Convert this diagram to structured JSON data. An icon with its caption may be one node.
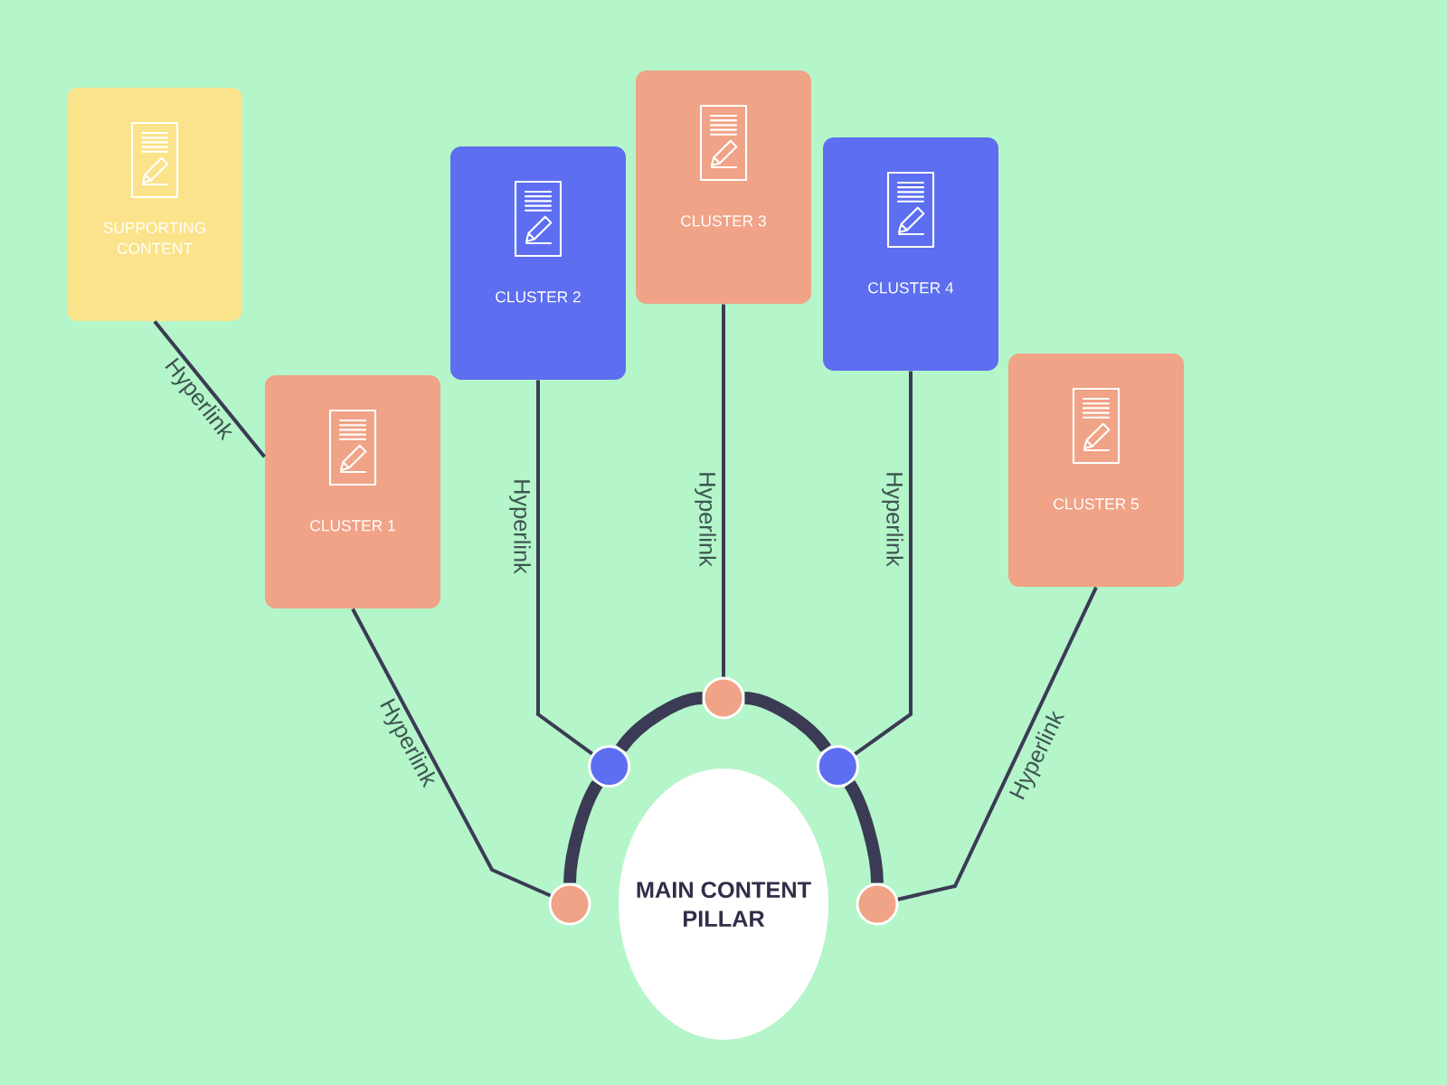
{
  "diagram": {
    "nodes": [
      {
        "text": [
          "SUPPORTING CONTENT"
        ]
      },
      {
        "text": [
          "CLUSTER 1"
        ]
      },
      {
        "text": [
          "CLUSTER 2"
        ]
      },
      {
        "text": [
          "CLUSTER 3"
        ]
      },
      {
        "text": [
          "CLUSTER 4"
        ]
      },
      {
        "text": [
          "CLUSTER 5"
        ]
      },
      {
        "text": [
          "MAIN CONTENT PILLAR"
        ]
      },
      {
        "text": [],
        "shape": "circle"
      },
      {
        "text": [],
        "shape": "circle"
      },
      {
        "text": [],
        "shape": "circle"
      },
      {
        "text": [],
        "shape": "circle"
      },
      {
        "text": [],
        "shape": "circle"
      }
    ],
    "edges": [
      {
        "from": 0,
        "to": 1,
        "arrow": "none",
        "label": "Hyperlink"
      },
      {
        "from": 1,
        "to": 7,
        "arrow": "none",
        "label": "Hyperlink"
      },
      {
        "from": 2,
        "to": 8,
        "arrow": "none",
        "label": "Hyperlink"
      },
      {
        "from": 3,
        "to": 9,
        "arrow": "none",
        "label": "Hyperlink"
      },
      {
        "from": 4,
        "to": 10,
        "arrow": "none",
        "label": "Hyperlink"
      },
      {
        "from": 5,
        "to": 11,
        "arrow": "none",
        "label": "Hyperlink"
      },
      {
        "from": 7,
        "to": 8,
        "arrow": "none",
        "style": "thick"
      },
      {
        "from": 8,
        "to": 9,
        "arrow": "none",
        "style": "thick"
      },
      {
        "from": 9,
        "to": 10,
        "arrow": "none",
        "style": "thick"
      },
      {
        "from": 10,
        "to": 11,
        "arrow": "none",
        "style": "thick"
      }
    ]
  }
}
